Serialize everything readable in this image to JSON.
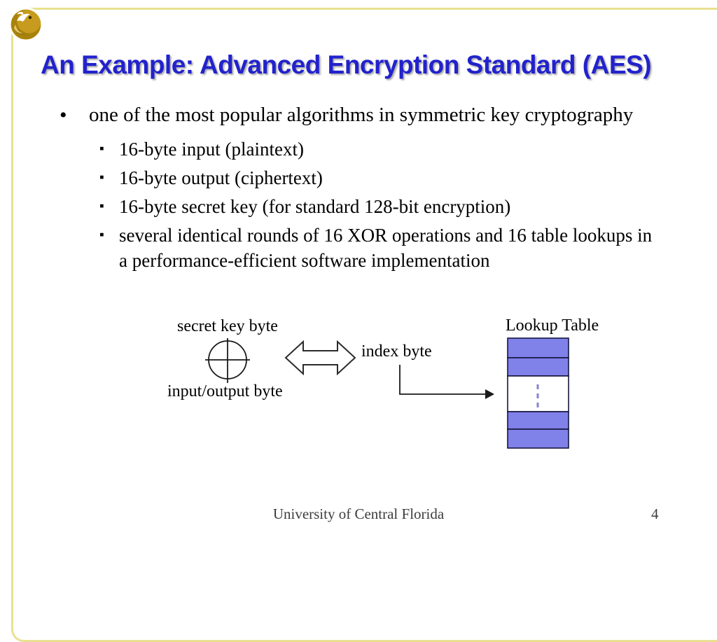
{
  "slide_title": "An Example: Advanced Encryption Standard (AES)",
  "content": {
    "main_bullet": "one of the most popular algorithms in symmetric key cryptography",
    "sub_bullets": [
      "16-byte input (plaintext)",
      "16-byte output (ciphertext)",
      "16-byte secret key (for standard 128-bit encryption)",
      "several identical rounds of 16 XOR operations and 16 table lookups in a performance-efficient software implementation"
    ]
  },
  "diagram": {
    "secret_key_label": "secret key byte",
    "input_output_label": "input/output byte",
    "index_byte_label": "index byte",
    "lookup_table_label": "Lookup Table"
  },
  "footer": {
    "institution": "University of Central Florida",
    "page_number": "4"
  },
  "icons": {
    "main_bullet_marker": "•",
    "sub_bullet_marker": "▪"
  },
  "colors": {
    "title_blue": "#2222cd",
    "border_gold": "#e9e092",
    "table_blue": "#8181ea",
    "table_border": "#16163f",
    "shadow_gray": "#a9a9a9",
    "logo_gold": "#c79c1e",
    "logo_dark_gold": "#8a6c08"
  }
}
